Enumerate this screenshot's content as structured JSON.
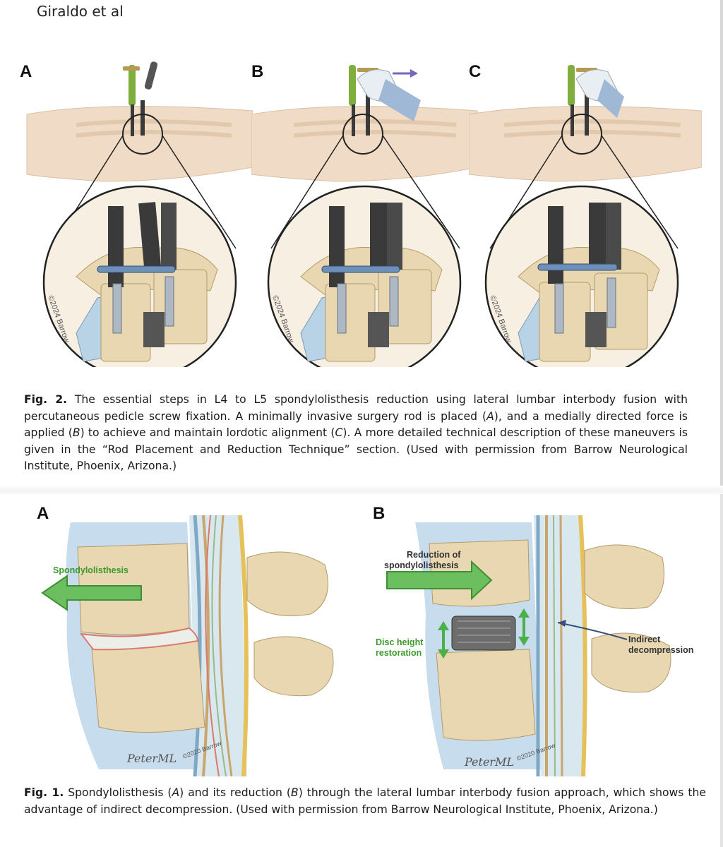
{
  "header": {
    "author": "Giraldo et al"
  },
  "figure2": {
    "panels": [
      {
        "letter": "A",
        "copyright": "©2024 Barrow"
      },
      {
        "letter": "B",
        "copyright": "©2024 Barrow"
      },
      {
        "letter": "C",
        "copyright": "©2024 Barrow"
      }
    ],
    "caption": {
      "label": "Fig. 2.",
      "text_1": " The essential steps in L4 to L5 spondylolisthesis reduction using lateral lumbar interbody fusion with percutaneous pedicle screw fixation. A minimally invasive surgery rod is placed (",
      "ref_a": "A",
      "text_2": "), and a medially directed force is applied (",
      "ref_b": "B",
      "text_3": ") to achieve and maintain lordotic alignment (",
      "ref_c": "C",
      "text_4": "). A more detailed technical description of these maneuvers is given in the “Rod Placement and Reduction Technique” section. (Used with permission from Barrow Neurological Institute, Phoenix, Arizona.)"
    }
  },
  "figure1": {
    "panels": [
      {
        "letter": "A",
        "label_spondylolisthesis": "Spondylolisthesis",
        "signature": "PeterML",
        "copyright": "©2020 Barrow"
      },
      {
        "letter": "B",
        "label_reduction_line1": "Reduction of",
        "label_reduction_line2": "spondylolisthesis",
        "label_disc_line1": "Disc height",
        "label_disc_line2": "restoration",
        "label_indirect_line1": "Indirect",
        "label_indirect_line2": "decompression",
        "signature": "PeterML",
        "copyright": "©2020 Barrow"
      }
    ],
    "caption": {
      "label": "Fig. 1.",
      "text_1": " Spondylolisthesis (",
      "ref_a": "A",
      "text_2": ") and its reduction (",
      "ref_b": "B",
      "text_3": ") through the lateral lumbar interbody fusion approach, which shows the advantage of indirect decompression. (Used with permission from Barrow Neurological Institute, Phoenix, Arizona.)"
    }
  },
  "colors": {
    "bone": "#e8d7b0",
    "bone_dark": "#c9b07e",
    "skin": "#f0dcc6",
    "instrument": "#3a3a3a",
    "grip_green": "#7fae3e",
    "arrow_green": "#3fae3a",
    "annotation_green": "#3c9a2c",
    "disc_blue": "#b8d3e6",
    "nerve": "#c9a66e",
    "inflamed": "#d97a6a"
  }
}
